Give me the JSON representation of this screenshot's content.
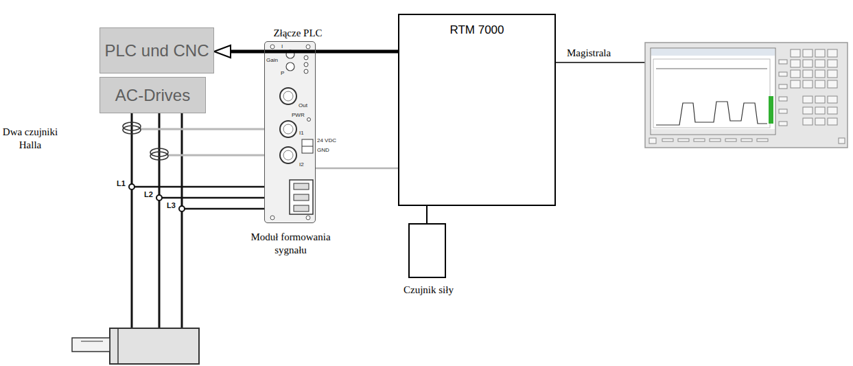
{
  "diagram": {
    "nodes": [
      {
        "text": [
          "PLC und CNC"
        ]
      },
      {
        "text": [
          "AC-Drives"
        ]
      },
      {
        "text": [
          "RTM 7000"
        ]
      },
      {
        "text": [
          "Moduł formowania sygnału"
        ]
      },
      {
        "text": [
          "Czujnik siły"
        ]
      }
    ],
    "edges": [
      {
        "from": 2,
        "to": 0,
        "arrow": "to",
        "label": "Złącze PLC"
      },
      {
        "from": 3,
        "to": 2,
        "arrow": "none"
      },
      {
        "from": 2,
        "to": 4,
        "arrow": "none"
      }
    ],
    "labels": [
      "Dwa czujniki Halla",
      "Magistrala",
      "L1",
      "L2",
      "L3",
      "I",
      "Gain",
      "P",
      "Out",
      "PWR",
      "I1",
      "I2",
      "24 VDC",
      "GND"
    ]
  }
}
